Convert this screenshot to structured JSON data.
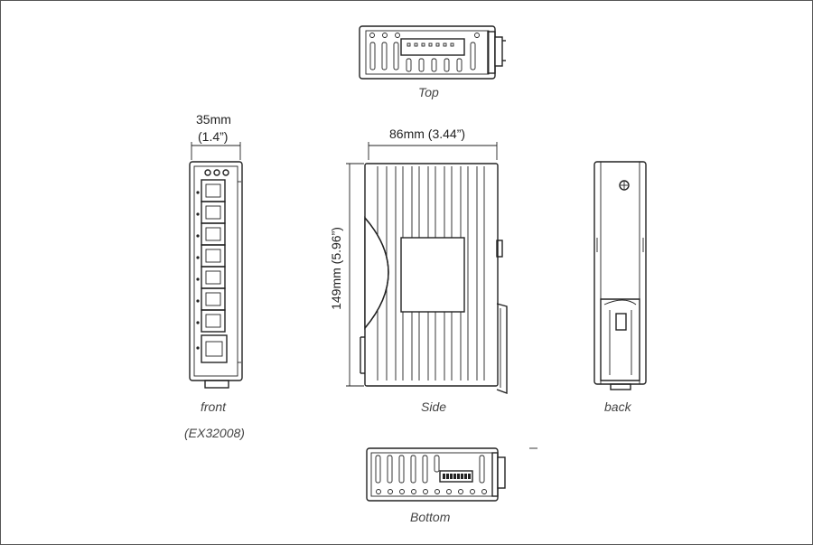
{
  "views": {
    "top": "Top",
    "front": "front",
    "model": "(EX32008)",
    "side": "Side",
    "back": "back",
    "bottom": "Bottom"
  },
  "dimensions": {
    "front_width_mm": "35mm",
    "front_width_in": "(1.4”)",
    "side_width": "86mm (3.44”)",
    "side_height": "149mm (5.96”)"
  },
  "colors": {
    "line": "#222222",
    "caption": "#444444"
  }
}
